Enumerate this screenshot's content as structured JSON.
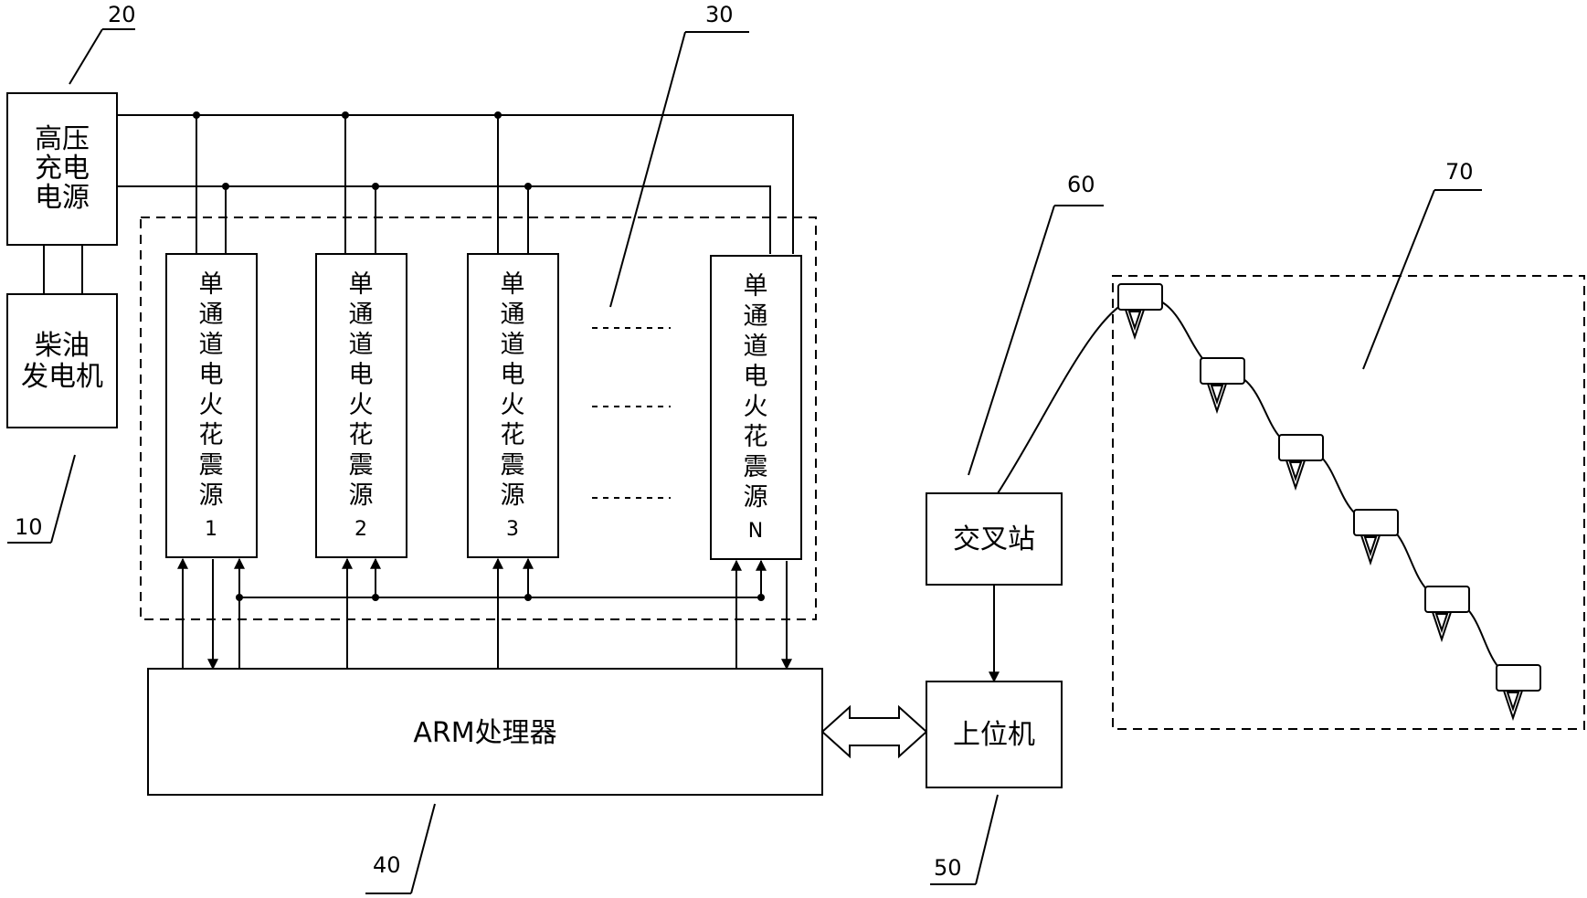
{
  "labels": {
    "power_gen": "10",
    "hv_supply": "20",
    "source_group": "30",
    "arm": "40",
    "host": "50",
    "cross_station": "60",
    "receiver_array": "70"
  },
  "boxes": {
    "hv_supply": [
      "高压",
      "充电",
      "电源"
    ],
    "diesel": [
      "柴油",
      "发电机"
    ],
    "arm": "ARM处理器",
    "cross_station": "交叉站",
    "host": "上位机"
  },
  "sources": [
    {
      "chars": [
        "单",
        "通",
        "道",
        "电",
        "火",
        "花",
        "震",
        "源"
      ],
      "index": "1"
    },
    {
      "chars": [
        "单",
        "通",
        "道",
        "电",
        "火",
        "花",
        "震",
        "源"
      ],
      "index": "2"
    },
    {
      "chars": [
        "单",
        "通",
        "道",
        "电",
        "火",
        "花",
        "震",
        "源"
      ],
      "index": "3"
    },
    {
      "chars": [
        "单",
        "通",
        "道",
        "电",
        "火",
        "花",
        "震",
        "源"
      ],
      "index": "N"
    }
  ],
  "receiver_count": 6
}
